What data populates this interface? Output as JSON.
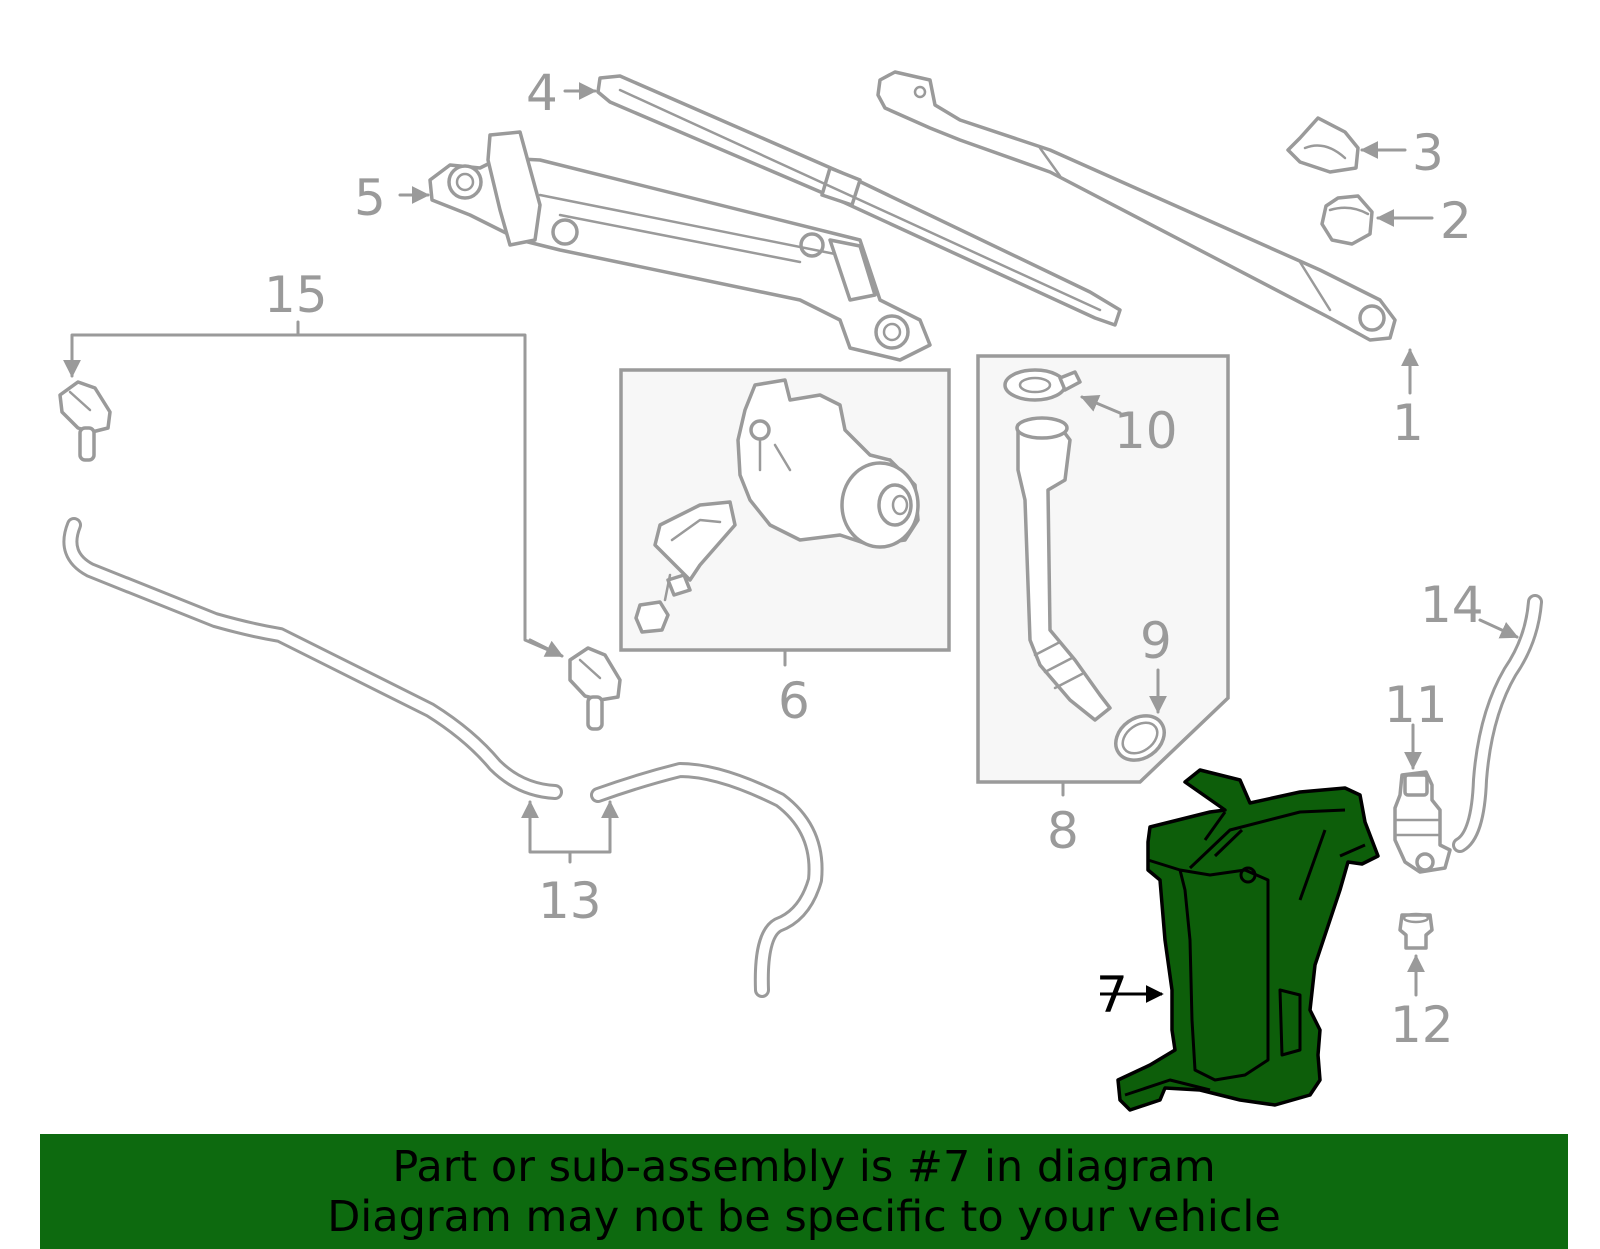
{
  "callouts": {
    "c1": "1",
    "c2": "2",
    "c3": "3",
    "c4": "4",
    "c5": "5",
    "c6": "6",
    "c7": "7",
    "c8": "8",
    "c9": "9",
    "c10": "10",
    "c11": "11",
    "c12": "12",
    "c13": "13",
    "c14": "14",
    "c15": "15"
  },
  "highlighted_part": "7",
  "colors": {
    "highlight": "#0d5e0a",
    "banner": "#0d6a0f",
    "line": "#9a9a9a"
  },
  "banner": {
    "line1": "Part or sub-assembly is #7 in diagram",
    "line2": "Diagram may not be specific to your vehicle"
  }
}
